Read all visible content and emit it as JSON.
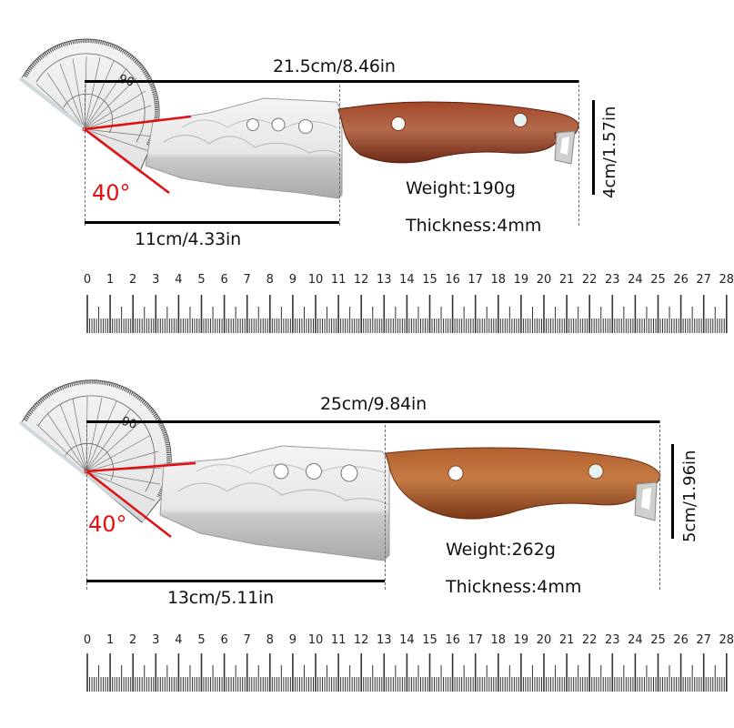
{
  "knives": [
    {
      "id": "small",
      "total_length": "21.5cm/8.46in",
      "blade_length": "11cm/4.33in",
      "width": "4cm/1.57in",
      "angle": "40°",
      "weight": "Weight:190g",
      "thickness": "Thickness:4mm",
      "handle_color": "#8b3a22",
      "blade_color": "#d9d9d9"
    },
    {
      "id": "large",
      "total_length": "25cm/9.84in",
      "blade_length": "13cm/5.11in",
      "width": "5cm/1.96in",
      "angle": "40°",
      "weight": "Weight:262g",
      "thickness": "Thickness:4mm",
      "handle_color": "#a5542a",
      "blade_color": "#d9d9d9"
    }
  ],
  "protractor": {
    "label_90": "90"
  },
  "ruler": {
    "unit": "cm",
    "labels": [
      "0",
      "1",
      "2",
      "3",
      "4",
      "5",
      "6",
      "7",
      "8",
      "9",
      "10",
      "11",
      "12",
      "13",
      "14",
      "15",
      "16",
      "17",
      "18",
      "19",
      "20",
      "21",
      "22",
      "23",
      "24",
      "25",
      "26",
      "27",
      "28"
    ]
  },
  "colors": {
    "angle_red": "#e01010",
    "line_black": "#000000"
  }
}
